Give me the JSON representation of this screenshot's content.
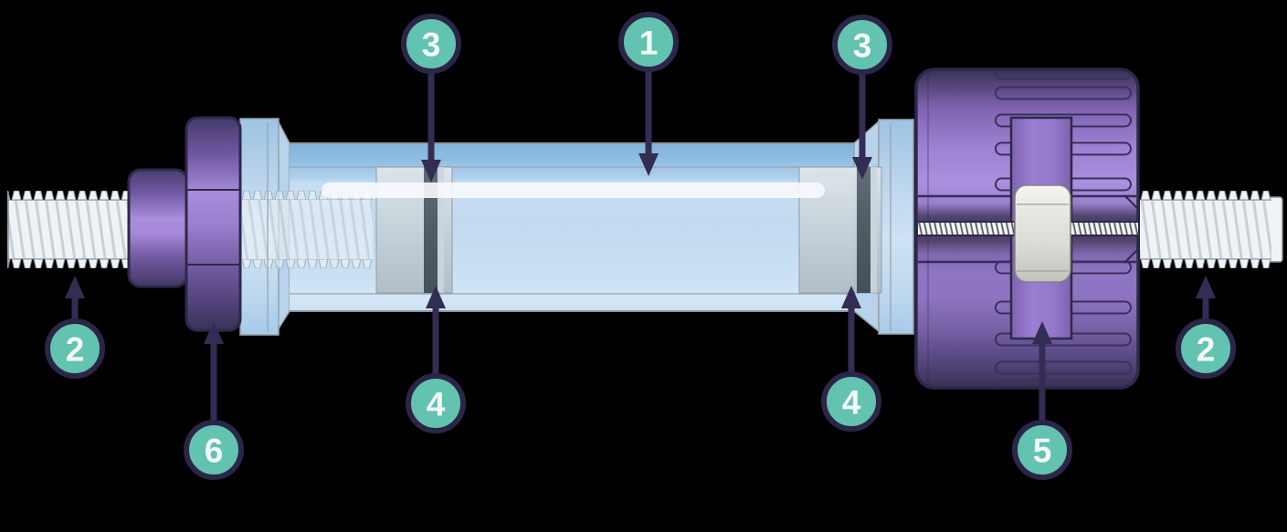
{
  "callouts": [
    {
      "label": "3"
    },
    {
      "label": "1"
    },
    {
      "label": "3"
    },
    {
      "label": "2"
    },
    {
      "label": "4"
    },
    {
      "label": "4"
    },
    {
      "label": "2"
    },
    {
      "label": "6"
    },
    {
      "label": "5"
    }
  ],
  "colors": {
    "background": "#000000",
    "callout_fill": "#63C3B1",
    "callout_border": "#2B2647",
    "callout_number": "#F4F8F6",
    "arrow": "#332D54",
    "device_purple": "#9379C8",
    "device_purple_dark": "#3A3054",
    "barrel_blue": "#C3DDF1",
    "rod_gray": "#EFF3F6",
    "seal_dark": "#454E56",
    "clip_gray": "#DCDCD7",
    "outline_navy": "#2E294A"
  }
}
